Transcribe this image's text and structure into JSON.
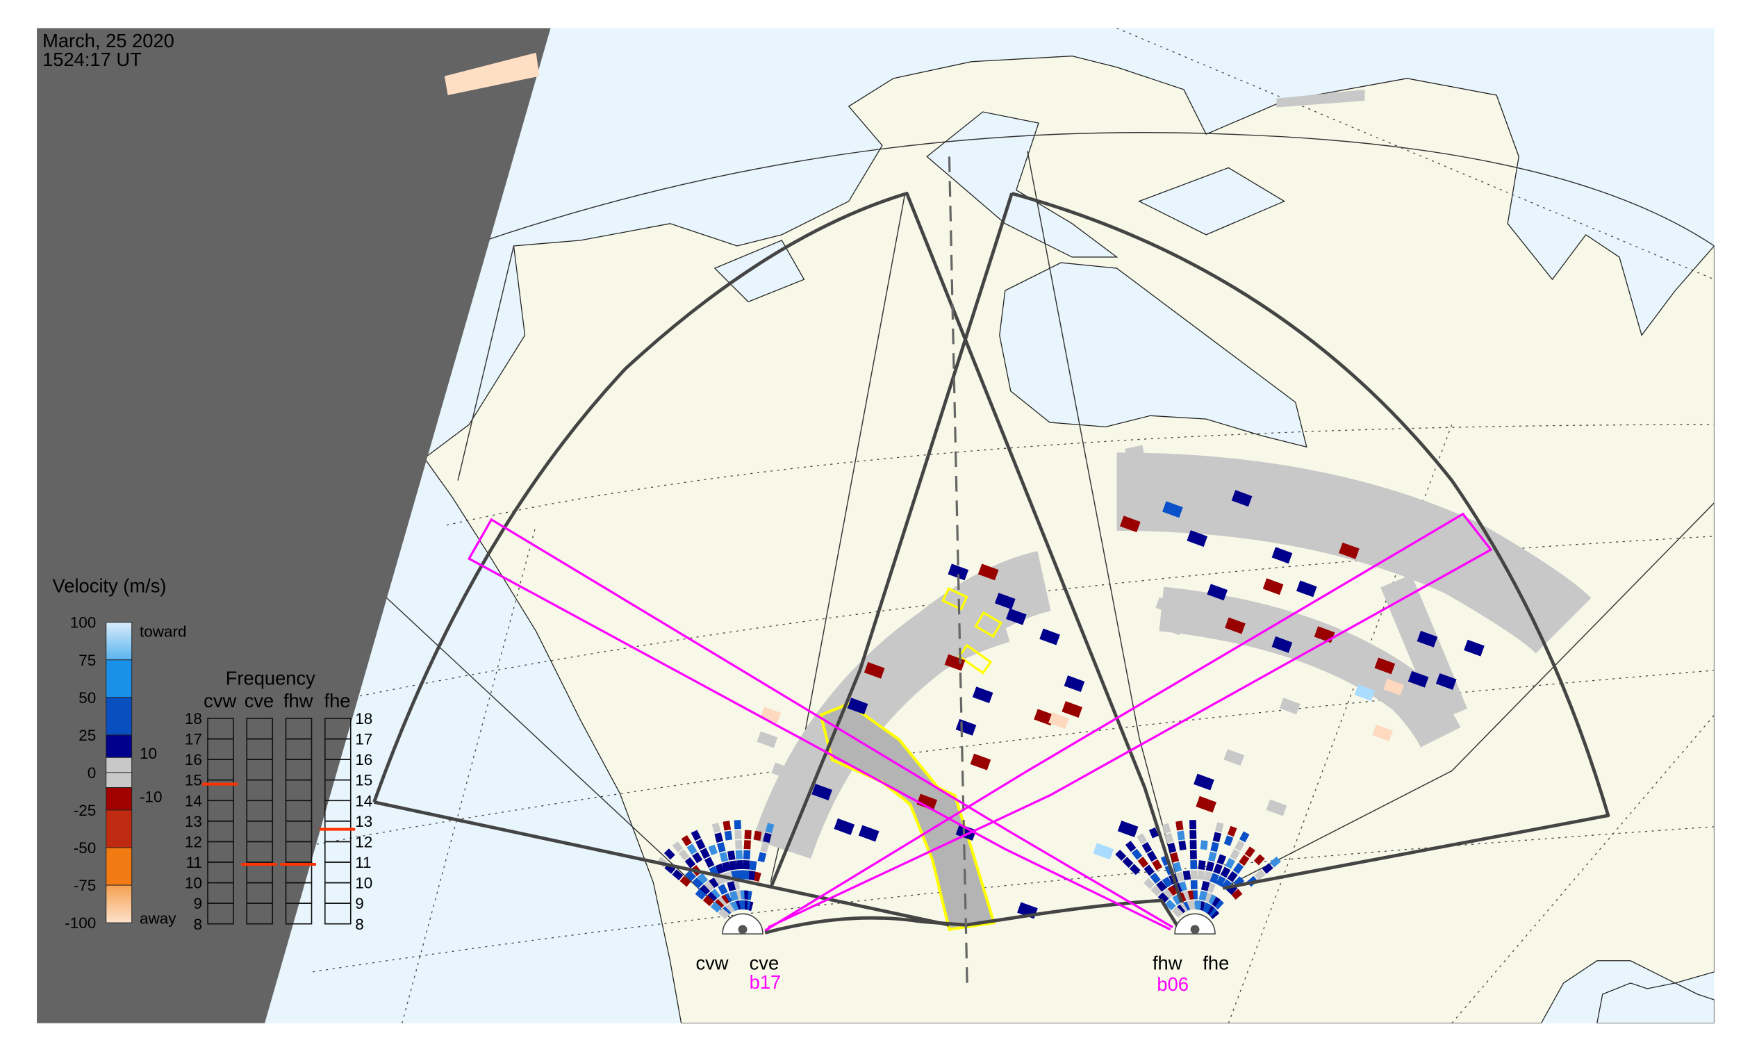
{
  "header": {
    "date": "March, 25 2020",
    "time": "1524:17 UT"
  },
  "velocity_legend": {
    "title": "Velocity (m/s)",
    "ticks": [
      "100",
      "75",
      "50",
      "25",
      "0",
      "-25",
      "-50",
      "-75",
      "-100"
    ],
    "toward_label": "toward",
    "away_label": "away",
    "threshold_pos": "10",
    "threshold_neg": "-10"
  },
  "frequency_legend": {
    "title": "Frequency",
    "radars": [
      "cvw",
      "cve",
      "fhw",
      "fhe"
    ],
    "ticks": [
      "18",
      "17",
      "16",
      "15",
      "14",
      "13",
      "12",
      "11",
      "10",
      "9",
      "8"
    ],
    "unit_range_mhz": [
      8,
      18
    ],
    "markers_mhz": {
      "cvw": 14.8,
      "cve": 10.9,
      "fhw": 10.9,
      "fhe": 12.6
    }
  },
  "sites": {
    "cvw": "cvw",
    "cve": "cve",
    "cv_beam": "b17",
    "fhw": "fhw",
    "fhe": "fhe",
    "fh_beam": "b06"
  },
  "colors": {
    "night": "#646464",
    "ocean": "#e8f5fd",
    "land": "#f8f8e8",
    "ground_scatter": "#c8c8c8",
    "beam": "#ff00ff",
    "highlight": "#ffff00",
    "fov": "#444444",
    "freq_marker": "#ff3300"
  }
}
